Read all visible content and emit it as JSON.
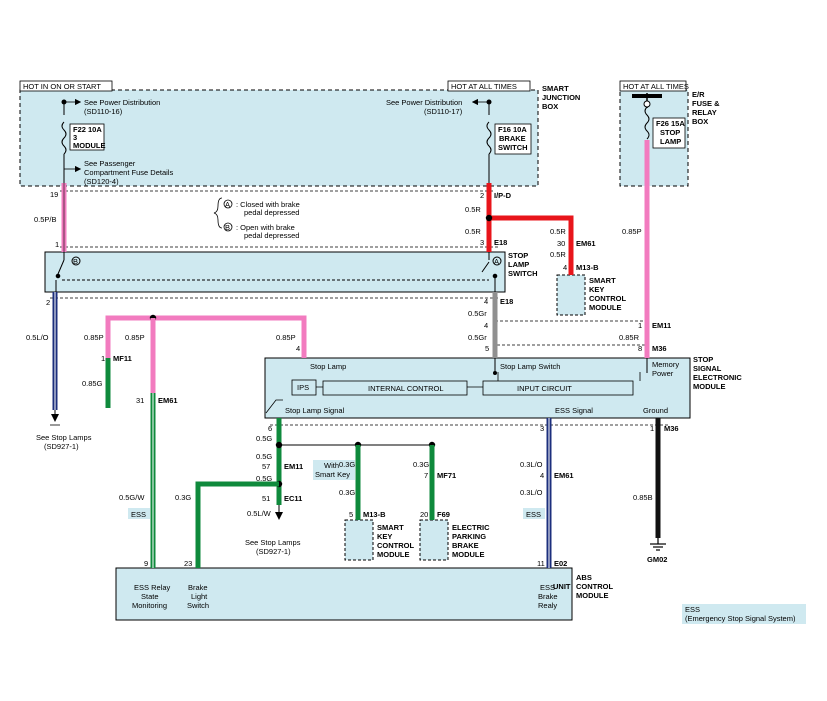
{
  "labels": {
    "hot_on_start": "HOT IN ON OR START",
    "hot_all_times_sjb": "HOT AT ALL TIMES",
    "hot_all_times_er": "HOT AT ALL TIMES",
    "see_power_dist_1": "See Power Distribution",
    "sd110_16": "(SD110-16)",
    "see_power_dist_2": "See Power Distribution",
    "sd110_17": "(SD110-17)",
    "sjb_title_1": "SMART",
    "sjb_title_2": "JUNCTION",
    "sjb_title_3": "BOX",
    "er_title_1": "E/R",
    "er_title_2": "FUSE &",
    "er_title_3": "RELAY",
    "er_title_4": "BOX",
    "fuse_f22_1": "F22 10A",
    "fuse_f22_2": "3",
    "fuse_f22_3": "MODULE",
    "fuse_f16_1": "F16 10A",
    "fuse_f16_2": "BRAKE",
    "fuse_f16_3": "SWITCH",
    "fuse_f26_1": "F26 15A",
    "fuse_f26_2": "STOP",
    "fuse_f26_3": "LAMP",
    "see_pass_1": "See Passenger",
    "see_pass_2": "Compartment Fuse Details",
    "see_pass_3": "(SD120-4)",
    "closed_a_1": ": Closed with brake",
    "closed_a_2": "pedal depressed",
    "open_b_1": ": Open with brake",
    "open_b_2": "pedal depressed",
    "circle_a": "A",
    "circle_b": "B",
    "stop_switch_1": "STOP",
    "stop_switch_2": "LAMP",
    "stop_switch_3": "SWITCH",
    "smart_key_1": "SMART",
    "smart_key_2": "KEY",
    "smart_key_3": "CONTROL",
    "smart_key_4": "MODULE",
    "sse_1": "STOP",
    "sse_2": "SIGNAL",
    "sse_3": "ELECTRONIC",
    "sse_4": "MODULE",
    "lbl_stop_lamp": "Stop Lamp",
    "lbl_stop_lamp_switch": "Stop Lamp Switch",
    "lbl_memory_1": "Memory",
    "lbl_memory_2": "Power",
    "lbl_ips": "IPS",
    "lbl_internal": "INTERNAL CONTROL",
    "lbl_input": "INPUT CIRCUIT",
    "lbl_stop_lamp_signal": "Stop Lamp Signal",
    "lbl_ess_signal": "ESS Signal",
    "lbl_ground": "Ground",
    "see_stop_1": "See Stop Lamps",
    "see_stop_1b": "(SD927-1)",
    "see_stop_2": "See Stop Lamps",
    "see_stop_2b": "(SD927-1)",
    "with_smart_1": "With",
    "with_smart_2": "Smart Key",
    "smart_key2_1": "SMART",
    "smart_key2_2": "KEY",
    "smart_key2_3": "CONTROL",
    "smart_key2_4": "MODULE",
    "epb_1": "ELECTRIC",
    "epb_2": "PARKING",
    "epb_3": "BRAKE",
    "epb_4": "MODULE",
    "abs_1": "ABS",
    "abs_2": "CONTROL",
    "abs_3": "MODULE",
    "abs_unit": "UNIT",
    "abs_relay_1": "ESS Relay",
    "abs_relay_2": "State",
    "abs_relay_3": "Monitoring",
    "abs_brake_1": "Brake",
    "abs_brake_2": "Light",
    "abs_brake_3": "Switch",
    "abs_ess_1": "ESS",
    "abs_ess_2": "Brake",
    "abs_ess_3": "Realy",
    "ess_tag_1": "ESS",
    "ess_tag_2": "ESS",
    "legend_1": "ESS",
    "legend_2": "(Emergency Stop Signal System)",
    "gm02": "GM02"
  },
  "connectors": {
    "ipd": "I/P-D",
    "e18a": "E18",
    "e18b": "E18",
    "em61a": "EM61",
    "m13b_a": "M13-B",
    "em11a": "EM11",
    "m36a": "M36",
    "m36b": "M36",
    "mf11": "MF11",
    "em61b": "EM61",
    "em11b": "EM11",
    "ec11": "EC11",
    "m13b_b": "M13-B",
    "mf71": "MF71",
    "f69": "F69",
    "em61c": "EM61",
    "e02": "E02"
  },
  "pins": {
    "p19": "19",
    "p1a": "1",
    "p2a": "2",
    "p2b": "2",
    "p3": "3",
    "p4a": "4",
    "p4b": "4",
    "p30": "30",
    "p4c": "4",
    "p1b": "1",
    "p5": "5",
    "p4d": "4",
    "p8": "8",
    "p1c": "1",
    "p31": "31",
    "p6": "6",
    "p57": "57",
    "p51": "51",
    "p5b": "5",
    "p7": "7",
    "p20": "20",
    "p3b": "3",
    "p4e": "4",
    "p1d": "1",
    "p9": "9",
    "p23": "23",
    "p11": "11"
  },
  "wires": {
    "w05pb": "0.5P/B",
    "w05r_a": "0.5R",
    "w05r_b": "0.5R",
    "w05r_c": "0.5R",
    "w05r_d": "0.5R",
    "w085p_a": "0.85P",
    "w05lo": "0.5L/O",
    "w085p_b": "0.85P",
    "w085p_c": "0.85P",
    "w085p_d": "0.85P",
    "w05gr_a": "0.5Gr",
    "w05gr_b": "0.5Gr",
    "w085r": "0.85R",
    "w085g": "0.85G",
    "w05g_a": "0.5G",
    "w05g_b": "0.5G",
    "w05g_c": "0.5G",
    "w05gw": "0.5G/W",
    "w03g_a": "0.3G",
    "w05lw": "0.5L/W",
    "w03g_b": "0.3G",
    "w03g_c": "0.3G",
    "w03g_d": "0.3G",
    "w03lo_a": "0.3L/O",
    "w03lo_b": "0.3L/O",
    "w085b": "0.85B"
  },
  "colors": {
    "box_fill": "#cfe9f0",
    "red": "#e8151b",
    "pink": "#f27bbf",
    "green": "#0f8a3c",
    "navy": "#1c2f7d",
    "gray": "#909090",
    "black": "#111111"
  }
}
